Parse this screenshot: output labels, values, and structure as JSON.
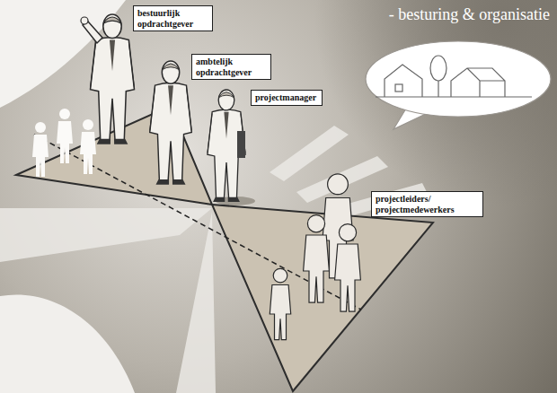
{
  "diagram": {
    "title": "- besturing & organisatie",
    "nodes": [
      {
        "text": [
          "bestuurlijk opdrachtgever"
        ]
      },
      {
        "text": [
          "ambtelijk opdrachtgever"
        ]
      },
      {
        "text": [
          "projectmanager"
        ]
      },
      {
        "text": [
          "projectleiders/ projectmedewerkers"
        ]
      }
    ]
  }
}
